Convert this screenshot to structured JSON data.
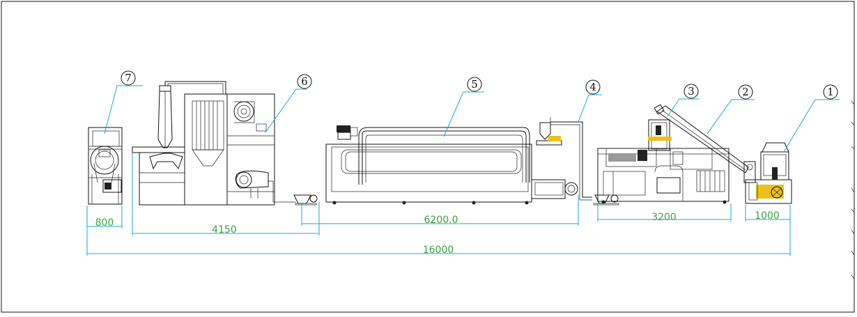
{
  "callouts": [
    {
      "number": "7"
    },
    {
      "number": "6"
    },
    {
      "number": "5"
    },
    {
      "number": "4"
    },
    {
      "number": "3"
    },
    {
      "number": "2"
    },
    {
      "number": "1"
    }
  ],
  "dimensions": {
    "d800": "800",
    "d4150": "4150",
    "d6200": "6200.0",
    "d3200": "3200",
    "d1000": "1000",
    "d16000": "16000"
  },
  "colors": {
    "outline": "#111111",
    "leader": "#19a9e0",
    "dimension_text": "#3aa23a",
    "accent": "#e8c21a"
  }
}
